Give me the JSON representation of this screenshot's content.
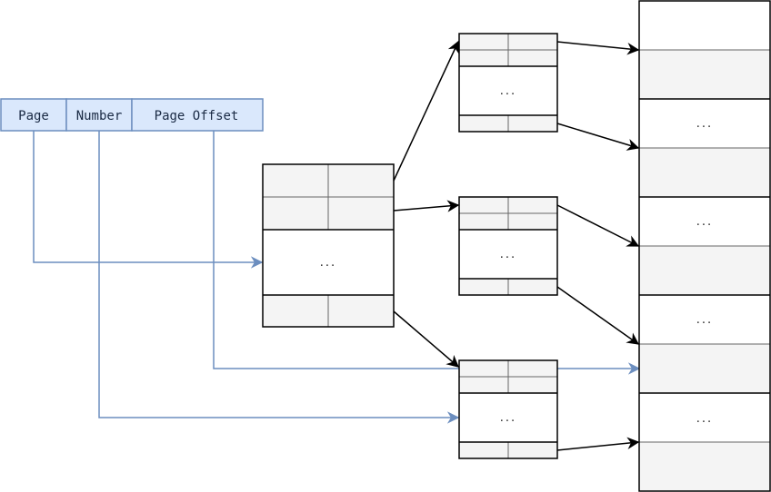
{
  "address": {
    "fields": [
      "Page",
      "Number",
      "Page Offset"
    ]
  },
  "ellipsis": "...",
  "colors": {
    "address_fill": "#dae8fc",
    "address_stroke": "#6c8ebf",
    "cell_fill": "#f4f4f4",
    "stroke": "#000000",
    "inner_line": "#666666"
  }
}
